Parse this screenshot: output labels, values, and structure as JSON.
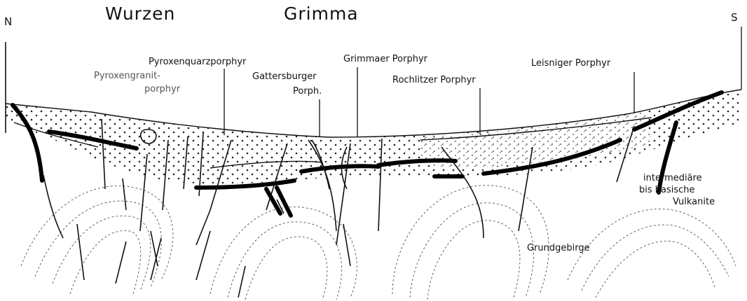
{
  "compass": {
    "north": "N",
    "south": "S"
  },
  "towns": {
    "wurzen": "Wurzen",
    "grimma": "Grimma"
  },
  "units": {
    "pyroxenquarzporphyr": "Pyroxenquarzporphyr",
    "pyroxengranit_line1": "Pyroxengranit-",
    "pyroxengranit_line2": "porphyr",
    "gattersburger_line1": "Gattersburger",
    "gattersburger_line2": "Porph.",
    "grimmaer": "Grimmaer Porphyr",
    "rochlitzer": "Rochlitzer Porphyr",
    "leisniger": "Leisniger Porphyr",
    "vulkanite_line1": "intermediäre",
    "vulkanite_line2": "bis basische",
    "vulkanite_line3": "Vulkanite",
    "grundgebirge": "Grundgebirge"
  }
}
